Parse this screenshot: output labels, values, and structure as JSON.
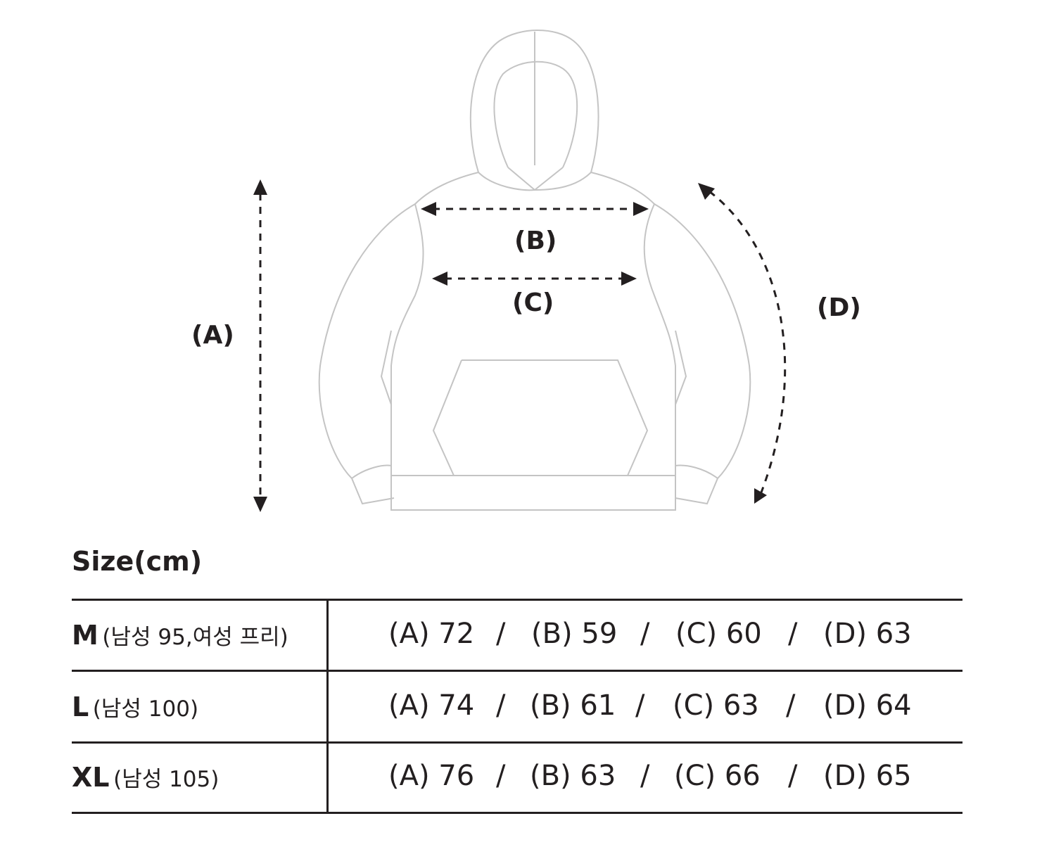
{
  "diagram": {
    "labels": {
      "a": "(A)",
      "b": "(B)",
      "c": "(C)",
      "d": "(D)"
    },
    "colors": {
      "outline": "#c4c4c4",
      "arrow": "#231f20"
    }
  },
  "table": {
    "title": "Size(cm)",
    "separator": "/",
    "rows": [
      {
        "size": "M",
        "note": "(남성 95,여성 프리)",
        "a": "(A) 72",
        "b": "(B) 59",
        "c": "(C) 60",
        "d": "(D) 63"
      },
      {
        "size": "L",
        "note": "(남성 100)",
        "a": "(A) 74",
        "b": "(B) 61",
        "c": "(C) 63",
        "d": "(D) 64"
      },
      {
        "size": "XL",
        "note": "(남성 105)",
        "a": "(A) 76",
        "b": "(B) 63",
        "c": "(C) 66",
        "d": "(D) 65"
      }
    ]
  }
}
